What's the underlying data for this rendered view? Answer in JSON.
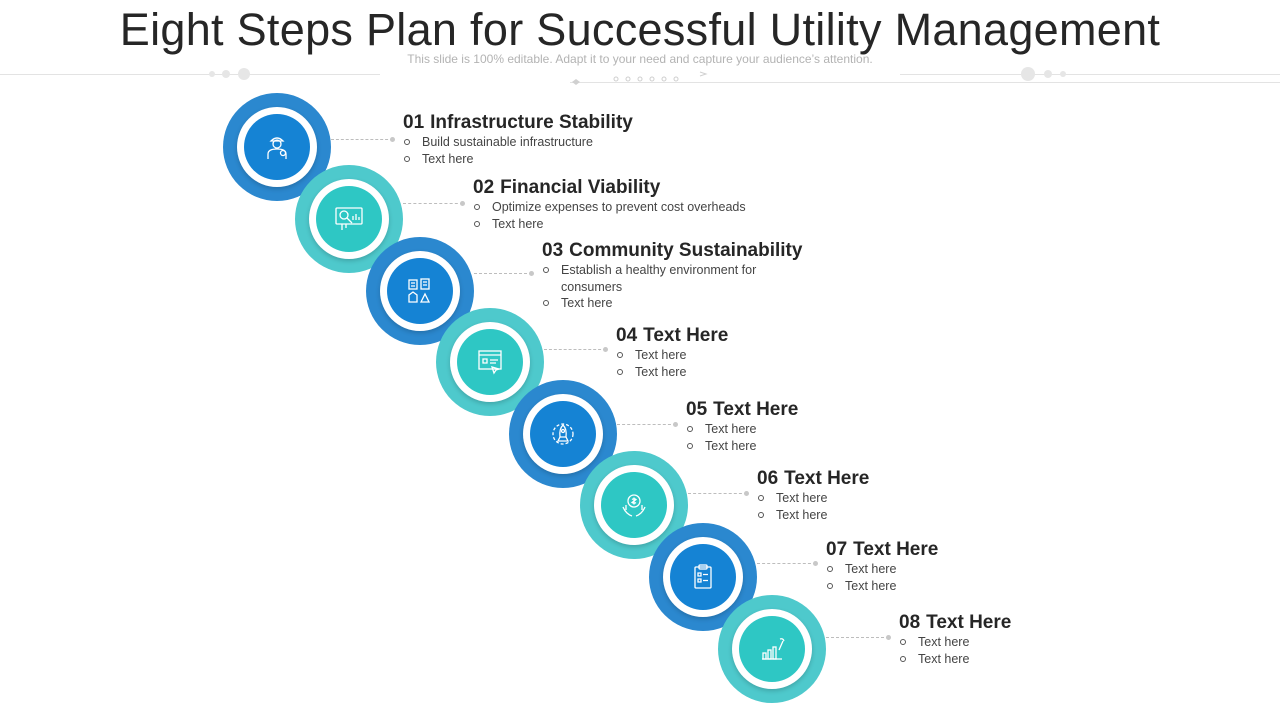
{
  "header": {
    "title": "Eight Steps Plan for Successful Utility Management",
    "subtitle": "This slide is 100% editable. Adapt it to your need and capture your audience’s attention."
  },
  "colors": {
    "blue": "#1583d4",
    "blue_ring": "#2b88cf",
    "teal": "#2ec7c4",
    "teal_ring": "#4ec9cc"
  },
  "steps": [
    {
      "number": "01",
      "title": "Infrastructure Stability",
      "color": "blue",
      "icon": "engineer-icon",
      "bullets": [
        "Build sustainable infrastructure",
        "Text here"
      ]
    },
    {
      "number": "02",
      "title": "Financial Viability",
      "color": "teal",
      "icon": "financial-analysis-icon",
      "bullets": [
        "Optimize expenses to prevent  cost overheads",
        "Text here"
      ]
    },
    {
      "number": "03",
      "title": "Community Sustainability",
      "color": "blue",
      "icon": "community-buildings-icon",
      "bullets": [
        "Establish a healthy environment for consumers",
        "Text here"
      ]
    },
    {
      "number": "04",
      "title": "Text Here",
      "color": "teal",
      "icon": "checklist-board-icon",
      "bullets": [
        "Text here",
        "Text here"
      ]
    },
    {
      "number": "05",
      "title": "Text Here",
      "color": "blue",
      "icon": "rocket-gear-icon",
      "bullets": [
        "Text here",
        "Text here"
      ]
    },
    {
      "number": "06",
      "title": "Text Here",
      "color": "teal",
      "icon": "money-hands-icon",
      "bullets": [
        "Text here",
        "Text here"
      ]
    },
    {
      "number": "07",
      "title": "Text Here",
      "color": "blue",
      "icon": "clipboard-checklist-icon",
      "bullets": [
        "Text here",
        "Text here"
      ]
    },
    {
      "number": "08",
      "title": "Text Here",
      "color": "teal",
      "icon": "growth-chart-wrench-icon",
      "bullets": [
        "Text here",
        "Text here"
      ]
    }
  ]
}
